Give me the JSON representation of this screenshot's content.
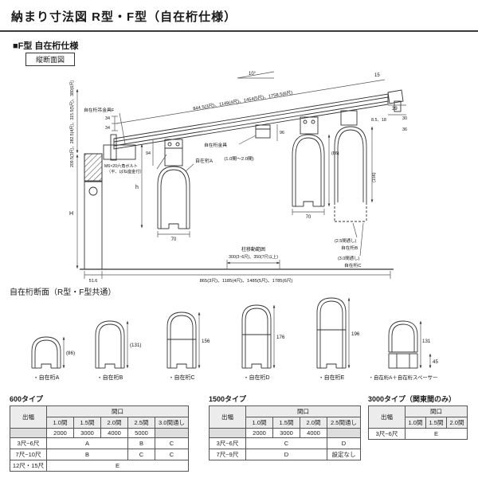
{
  "page": {
    "title": "納まり寸法図 R型・F型（自在桁仕様）",
    "section_f": "■F型 自在桁仕様",
    "view_label": "縦断面図",
    "sections_heading": "自在桁断面（R型・F型共通）"
  },
  "diagram": {
    "angle": "10°",
    "dim_slope": "844.5(3尺)、1149(4尺)、1454(5尺)、1758.5(6尺)",
    "dim_left": "209.5(3尺)、282.5(4尺)、315.5(5尺)、380(6尺)",
    "d15": "15",
    "d39": "39",
    "d85_18": "8.5、18",
    "d30": "30",
    "d36": "36",
    "d34a": "34",
    "d34b": "34",
    "d94": "94",
    "d96": "96",
    "d70a": "70",
    "d70b": "70",
    "d86": "(86)",
    "d156": "(156)",
    "dh": "h",
    "dH": "H",
    "d516": "51.6",
    "dim_bottom": "865(3尺)、1185(4尺)、1485(5尺)、1785(6尺)",
    "hanger": "自在桁吊金具F",
    "bracket": "自在桁金具",
    "bolt1": "M6×20六角ボルト",
    "bolt2": "（平、ばね座金付）",
    "girder_a": "自在桁A",
    "span_note": "(1.0間～2.0間)",
    "b_note": "(2.5間通し)",
    "b_label": "自在桁B",
    "c_note": "(3.0間通し)",
    "c_label": "自在桁C",
    "range1": "柱移動範囲",
    "range2": "300(3~6尺)、350(7尺以上)"
  },
  "sections": {
    "items": [
      {
        "label": "・自在桁A",
        "dim": "(86)"
      },
      {
        "label": "・自在桁B",
        "dim": "(131)"
      },
      {
        "label": "・自在桁C",
        "dim": "156"
      },
      {
        "label": "・自在桁D",
        "dim": "176"
      },
      {
        "label": "・自在桁E",
        "dim": "196"
      },
      {
        "label": "・自在桁A＋自在桁スペーサー",
        "dim": "131",
        "dim2": "45"
      }
    ]
  },
  "tables": {
    "t600": {
      "title": "600タイプ",
      "depth_header": "出幅",
      "span_header": "間口",
      "cols": [
        "1.0間",
        "1.5間",
        "2.0間",
        "2.5間",
        "3.0間通し"
      ],
      "sizes": [
        "2000",
        "3000",
        "4000",
        "5000"
      ],
      "rows": [
        {
          "label": "3尺~6尺",
          "v1": "A",
          "v2": "B",
          "v3": "C"
        },
        {
          "label": "7尺~10尺",
          "v1": "B",
          "v2": "C",
          "v3": "C"
        },
        {
          "label": "12尺・15尺",
          "v1": "E"
        }
      ]
    },
    "t1500": {
      "title": "1500タイプ",
      "depth_header": "出幅",
      "span_header": "間口",
      "cols": [
        "1.0間",
        "1.5間",
        "2.0間",
        "2.5間通し"
      ],
      "sizes": [
        "2000",
        "3000",
        "4000"
      ],
      "rows": [
        {
          "label": "3尺~6尺",
          "v1": "C",
          "v2": "D"
        },
        {
          "label": "7尺~9尺",
          "v1": "D",
          "v2": "設定なし"
        }
      ]
    },
    "t3000": {
      "title": "3000タイプ（関東間のみ）",
      "depth_header": "出幅",
      "span_header": "間口",
      "cols": [
        "1.0間",
        "1.5間",
        "2.0間"
      ],
      "rows": [
        {
          "label": "3尺~6尺",
          "v1": "E"
        }
      ]
    }
  }
}
